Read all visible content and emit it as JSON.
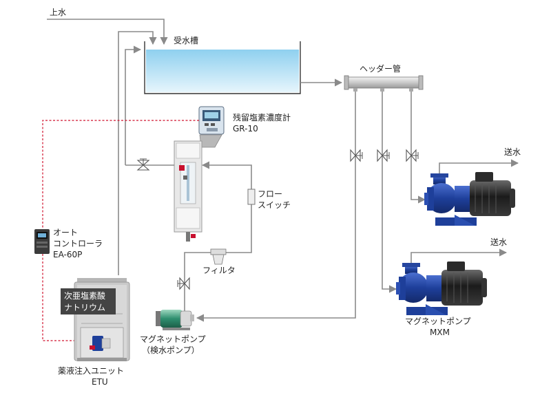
{
  "labels": {
    "inlet": "上水",
    "tank": "受水槽",
    "header": "ヘッダー管",
    "analyzer_l1": "残留塩素濃度計",
    "analyzer_l2": "GR-10",
    "flow_switch_l1": "フロー",
    "flow_switch_l2": "スイッチ",
    "filter": "フィルタ",
    "controller_l1": "オート",
    "controller_l2": "コントローラ",
    "controller_l3": "EA-60P",
    "chemical_l1": "次亜塩素酸",
    "chemical_l2": "ナトリウム",
    "etu_l1": "薬液注入ユニット",
    "etu_l2": "ETU",
    "sample_pump_l1": "マグネットポンプ",
    "sample_pump_l2": "（検水ポンプ）",
    "mxm_l1": "マグネットポンプ",
    "mxm_l2": "MXM",
    "supply_1": "送水",
    "supply_2": "送水"
  },
  "colors": {
    "pipe": "#8a8a8a",
    "signal": "#d0102c",
    "pump_blue": "#1e3f9a",
    "tank_water": "#bfe3f5",
    "label_box": "#444444"
  },
  "icons": {
    "valve": "gate-valve-icon",
    "flow": "flow-arrow-icon"
  }
}
